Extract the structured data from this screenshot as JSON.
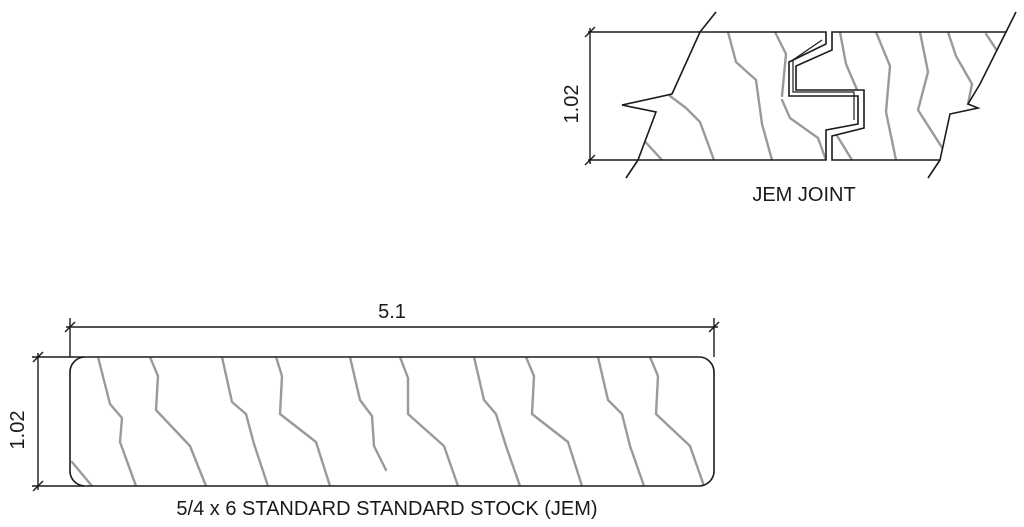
{
  "joint_detail": {
    "thickness_dim": "1.02",
    "caption": "JEM JOINT"
  },
  "board_profile": {
    "width_dim": "5.1",
    "thickness_dim": "1.02",
    "caption": "5/4 x 6 STANDARD STANDARD STOCK (JEM)"
  },
  "colors": {
    "line": "#1a1a1a",
    "grain": "#9a9a9a",
    "background": "#ffffff"
  }
}
